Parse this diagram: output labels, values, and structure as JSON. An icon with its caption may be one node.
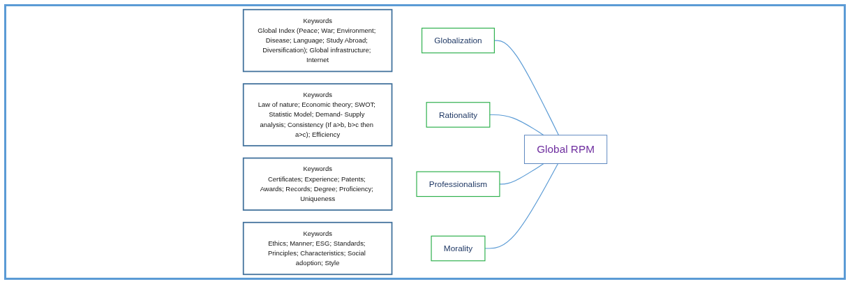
{
  "diagram": {
    "nodes": [
      {
        "text": [
          "Keywords",
          "Global Index (Peace; War; Environment; Disease; Language; Study Abroad; Diversification); Global infrastructure; Internet"
        ]
      },
      {
        "text": [
          "Globalization"
        ]
      },
      {
        "text": [
          "Rationality"
        ]
      },
      {
        "text": [
          "Keywords",
          "Law of nature; Economic theory; SWOT; Statistic Model; Demand- Supply analysis; Consistency (If a>b, b>c then a>c); Efficiency"
        ]
      },
      {
        "text": [
          "Global RPM"
        ]
      },
      {
        "text": [
          "Keywords",
          "Certificates; Experience; Patents; Awards; Records; Degree; Proficiency; Uniqueness"
        ]
      },
      {
        "text": [
          "Professionalism"
        ]
      },
      {
        "text": [
          "Morality"
        ]
      },
      {
        "text": [
          "Keywords",
          "Ethics; Manner; ESG; Standards; Principles; Characteristics; Social adoption; Style"
        ]
      }
    ],
    "edges": [
      {
        "from": 1,
        "to": 4,
        "arrow": "none"
      },
      {
        "from": 2,
        "to": 4,
        "arrow": "none"
      },
      {
        "from": 6,
        "to": 4,
        "arrow": "none"
      },
      {
        "from": 7,
        "to": 4,
        "arrow": "none"
      }
    ]
  }
}
